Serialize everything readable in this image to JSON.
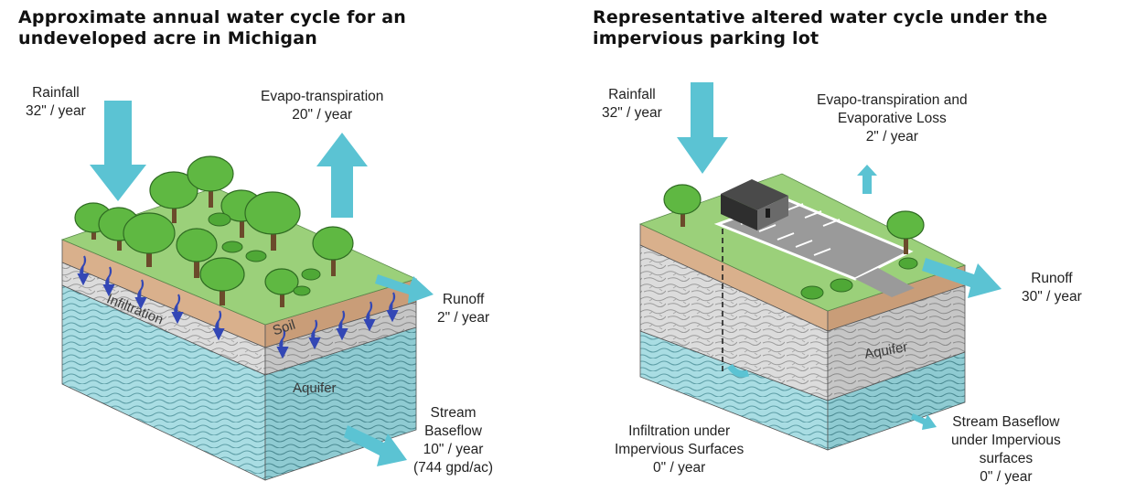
{
  "left_panel": {
    "title_lines": [
      "Approximate annual water cycle for an",
      "undeveloped acre in Michigan"
    ],
    "rainfall": [
      "Rainfall",
      "32\" / year"
    ],
    "evapotranspiration": [
      "Evapo-transpiration",
      "20\" / year"
    ],
    "runoff": [
      "Runoff",
      "2\" / year"
    ],
    "stream_baseflow": [
      "Stream",
      "Baseflow",
      "10\"  /  year",
      "(744 gpd/ac)"
    ],
    "infiltration_label": "Infiltration",
    "soil_label": "Soil",
    "aquifer_label": "Aquifer"
  },
  "right_panel": {
    "title_lines": [
      "Representative altered water cycle under the",
      "impervious parking lot"
    ],
    "rainfall": [
      "Rainfall",
      "32\" / year"
    ],
    "evapotranspiration": [
      "Evapo-transpiration and",
      "Evaporative Loss",
      "2\" / year"
    ],
    "runoff": [
      "Runoff",
      "30\" / year"
    ],
    "infiltration": [
      "Infiltration under",
      "Impervious Surfaces",
      "0\" / year"
    ],
    "stream_baseflow": [
      "Stream Baseflow",
      "under Impervious",
      "surfaces",
      "0\" / year"
    ],
    "aquifer_label": "Aquifer"
  },
  "colors": {
    "arrow": "#5bc3d3",
    "grass": "#9bd07a",
    "soil": "#d9b08c",
    "rock": "#d8d8d8",
    "aquifer": "#a8dde2",
    "tree": "#5fb842",
    "infiltration_arrow": "#3347b5"
  }
}
